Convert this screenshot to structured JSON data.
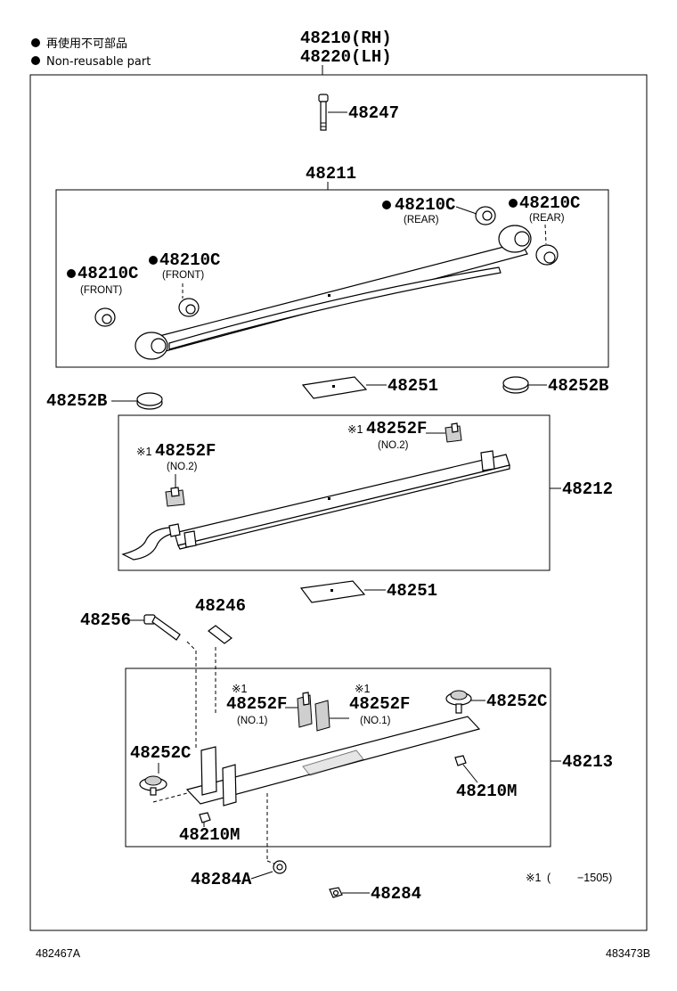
{
  "legend": {
    "line1": "再使用不可部品",
    "line2": "Non-reusable part"
  },
  "main": {
    "rh": "48210(RH)",
    "lh": "48220(LH)"
  },
  "parts": {
    "p48247": "48247",
    "p48211": "48211",
    "p48210c_rear_a": "48210C",
    "p48210c_rear_a_note": "(REAR)",
    "p48210c_rear_b": "48210C",
    "p48210c_rear_b_note": "(REAR)",
    "p48210c_front_a": "48210C",
    "p48210c_front_a_note": "(FRONT)",
    "p48210c_front_b": "48210C",
    "p48210c_front_b_note": "(FRONT)",
    "p48252b_left": "48252B",
    "p48252b_right": "48252B",
    "p48251_a": "48251",
    "p48251_b": "48251",
    "p48252f_right": "48252F",
    "p48252f_right_mark": "※1",
    "p48252f_right_note": "(NO.2)",
    "p48252f_left": "48252F",
    "p48252f_left_mark": "※1",
    "p48252f_left_note": "(NO.2)",
    "p48212": "48212",
    "p48256": "48256",
    "p48246": "48246",
    "p48252f_no1_a": "48252F",
    "p48252f_no1_a_mark": "※1",
    "p48252f_no1_a_note": "(NO.1)",
    "p48252f_no1_b": "48252F",
    "p48252f_no1_b_mark": "※1",
    "p48252f_no1_b_note": "(NO.1)",
    "p48252c_right": "48252C",
    "p48252c_left": "48252C",
    "p48213": "48213",
    "p48210m_right": "48210M",
    "p48210m_left": "48210M",
    "p48284a": "48284A",
    "p48284": "48284"
  },
  "footnote": {
    "mark": "※1",
    "paren_open": "(",
    "range": "−1505)"
  },
  "footer": {
    "left_code": "482467A",
    "right_code": "483473B"
  }
}
